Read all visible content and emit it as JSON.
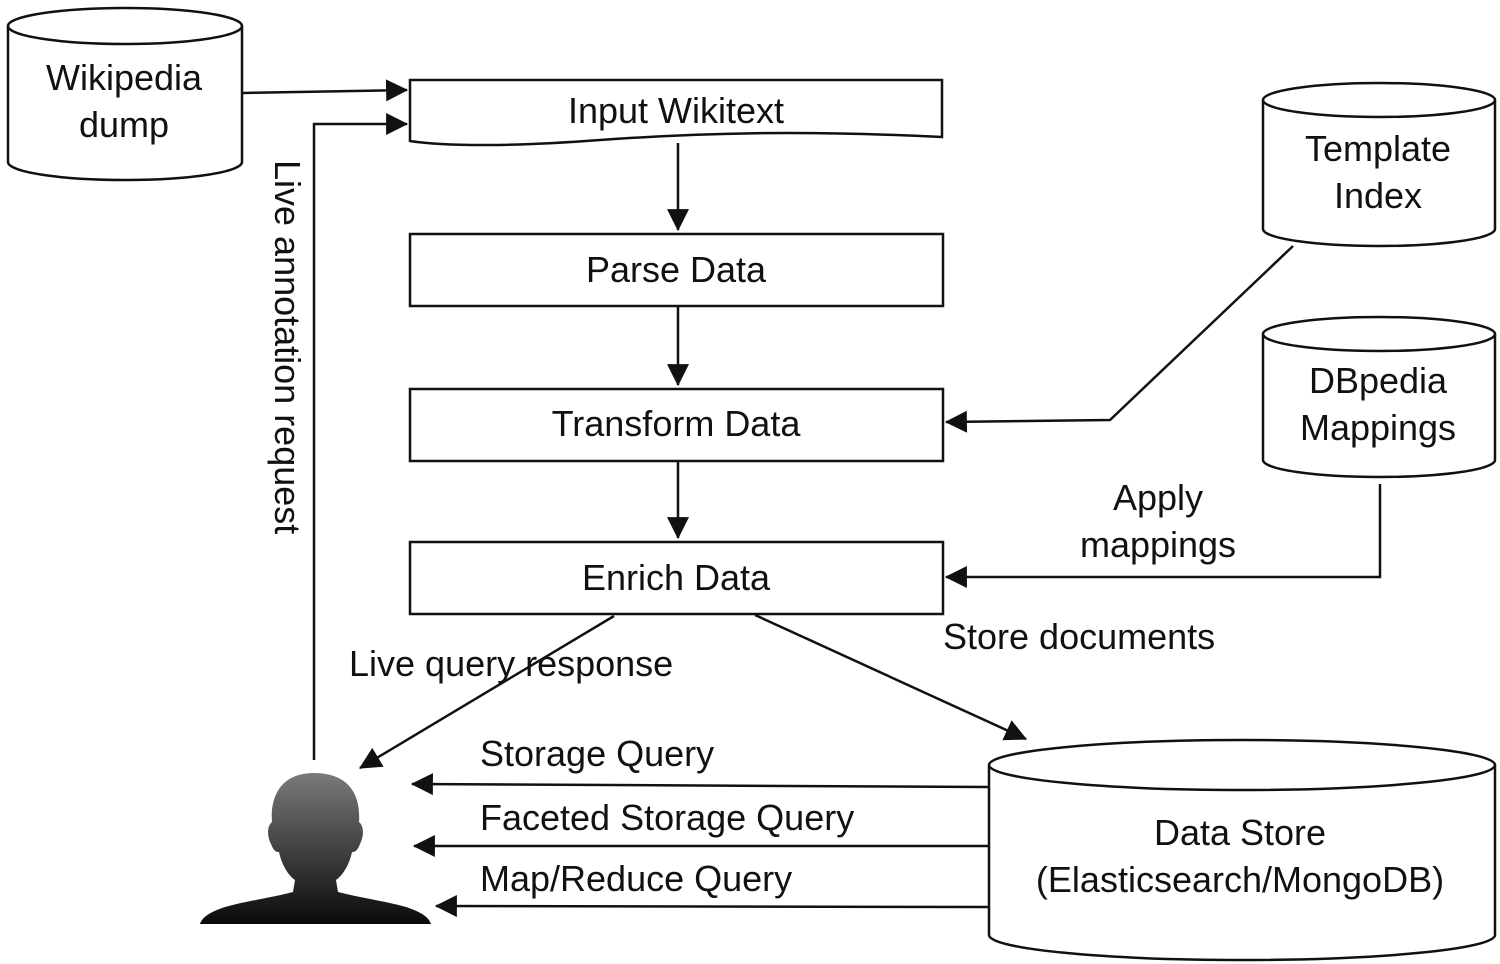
{
  "nodes": {
    "wikipedia_dump": {
      "line1": "Wikipedia",
      "line2": "dump"
    },
    "input_wikitext": {
      "label": "Input Wikitext"
    },
    "parse_data": {
      "label": "Parse Data"
    },
    "transform_data": {
      "label": "Transform Data"
    },
    "enrich_data": {
      "label": "Enrich Data"
    },
    "template_index": {
      "line1": "Template",
      "line2": "Index"
    },
    "dbpedia_mappings": {
      "line1": "DBpedia",
      "line2": "Mappings"
    },
    "data_store": {
      "line1": "Data Store",
      "line2": "(Elasticsearch/MongoDB)"
    },
    "user": {
      "icon": "user-silhouette-icon"
    }
  },
  "edge_labels": {
    "live_annotation_request": "Live annotation request",
    "apply_mappings_1": "Apply",
    "apply_mappings_2": "mappings",
    "store_documents": "Store documents",
    "live_query_response": "Live query response",
    "storage_query": "Storage Query",
    "faceted_storage_query": "Faceted Storage Query",
    "map_reduce_query": "Map/Reduce Query"
  }
}
